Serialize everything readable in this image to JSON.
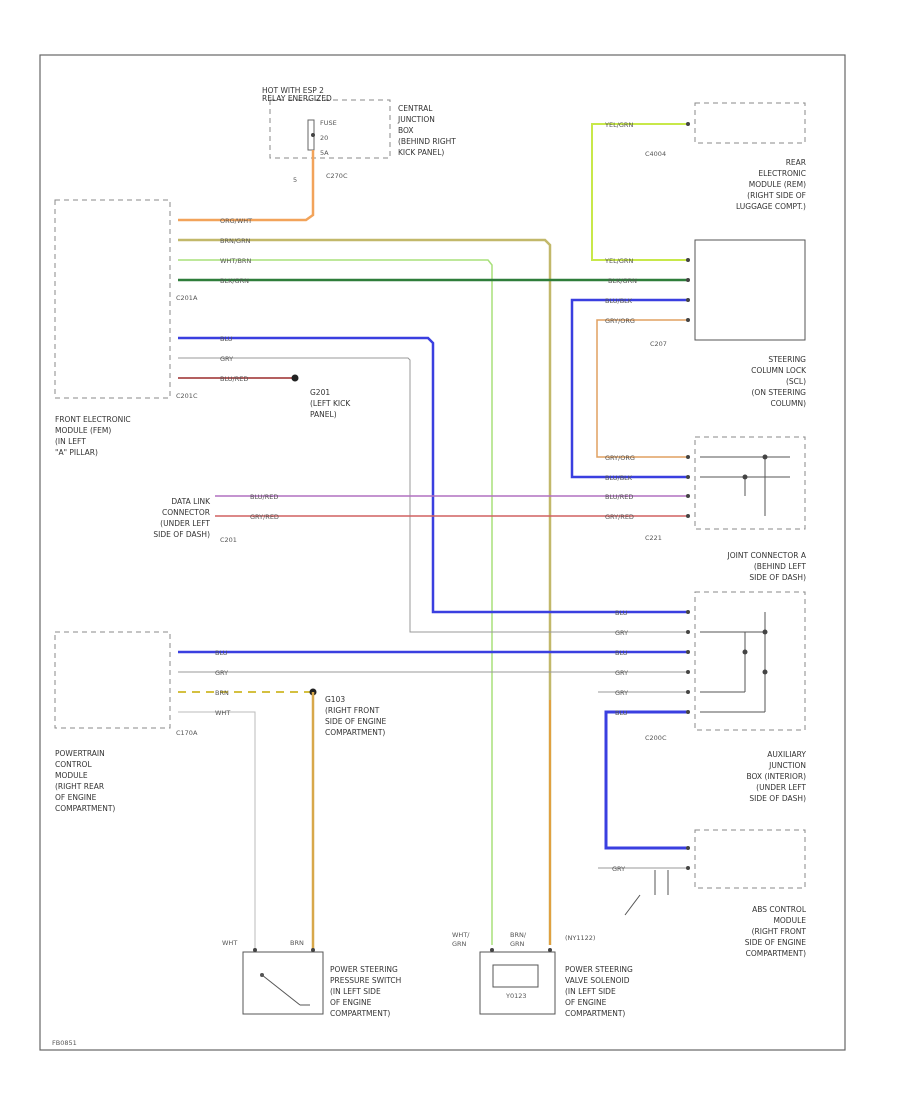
{
  "relay": {
    "line1": "HOT WITH ESP 2",
    "line2": "RELAY ENERGIZED",
    "fuse": "FUSE",
    "fuse_num": "20",
    "fuse_amp": "5A"
  },
  "central_jb": {
    "lines": [
      "CENTRAL",
      "JUNCTION",
      "BOX",
      "(BEHIND RIGHT",
      "KICK PANEL)"
    ]
  },
  "c270c": {
    "label": "C270C",
    "pin": "5"
  },
  "rem": {
    "connector": "C4004",
    "lines": [
      "REAR",
      "ELECTRONIC",
      "MODULE (REM)",
      "(RIGHT SIDE OF",
      "LUGGAGE COMPT.)"
    ]
  },
  "fem": {
    "lines": [
      "FRONT ELECTRONIC",
      "MODULE (FEM)",
      "(IN LEFT",
      "\"A\" PILLAR)"
    ],
    "c201a": "C201A",
    "c201c": "C201C"
  },
  "g201": {
    "lines": [
      "G201",
      "(LEFT KICK",
      "PANEL)"
    ]
  },
  "scl": {
    "connector": "C207",
    "lines": [
      "STEERING",
      "COLUMN LOCK",
      "(SCL)",
      "(ON STEERING",
      "COLUMN)"
    ]
  },
  "dlc": {
    "lines": [
      "DATA LINK",
      "CONNECTOR",
      "(UNDER LEFT",
      "SIDE OF DASH)"
    ],
    "connector": "C201"
  },
  "jc_a": {
    "connector": "C221",
    "lines": [
      "JOINT CONNECTOR A",
      "(BEHIND LEFT",
      "SIDE OF DASH)"
    ]
  },
  "ajb": {
    "connector": "C200C",
    "lines": [
      "AUXILIARY",
      "JUNCTION",
      "BOX (INTERIOR)",
      "(UNDER LEFT",
      "SIDE OF DASH)"
    ]
  },
  "pcm": {
    "connector": "C170A",
    "lines": [
      "POWERTRAIN",
      "CONTROL",
      "MODULE",
      "(RIGHT REAR",
      "OF ENGINE",
      "COMPARTMENT)"
    ]
  },
  "g103": {
    "lines": [
      "G103",
      "(RIGHT FRONT",
      "SIDE OF ENGINE",
      "COMPARTMENT)"
    ]
  },
  "abs": {
    "lines": [
      "ABS CONTROL",
      "MODULE",
      "(RIGHT FRONT",
      "SIDE OF ENGINE",
      "COMPARTMENT)"
    ]
  },
  "ps_switch": {
    "lines": [
      "POWER STEERING",
      "PRESSURE SWITCH",
      "(IN LEFT SIDE",
      "OF ENGINE",
      "COMPARTMENT)"
    ]
  },
  "ps_solenoid": {
    "lines": [
      "POWER STEERING",
      "VALVE SOLENOID",
      "(IN LEFT SIDE",
      "OF ENGINE",
      "COMPARTMENT)"
    ],
    "code": "Y0123"
  },
  "wires": {
    "org_wht": "ORG/WHT",
    "brn_grn": "BRN/GRN",
    "wht_brn": "WHT/BRN",
    "blk_grn": "BLK/GRN",
    "blu": "BLU",
    "gry": "GRY",
    "blu_red": "BLU/RED",
    "yel_grn": "YEL/GRN",
    "gry_org": "GRY/ORG",
    "gry_red": "GRY/RED",
    "brn": "BRN",
    "wht": "WHT",
    "blu_blk": "BLU/BLK",
    "wht_grn": "WHT/\nGRN"
  },
  "wire_texts": {
    "wht_label": "WHT",
    "brn_label": "BRN",
    "wht_grn_1": "WHT/",
    "wht_grn_2": "GRN",
    "brn_grn_1": "BRN/",
    "brn_grn_2": "GRN",
    "ny_code": "(NY1122)"
  },
  "footer_code": "FB0851",
  "colors": {
    "orange": "#f2a35a",
    "olive": "#b5b27a",
    "lightgreen": "#a8e07a",
    "darkgreen": "#2e7d3a",
    "blue": "#3a3fe0",
    "gray": "#999999",
    "red": "#c9585a",
    "purple": "#b070c0",
    "yellow": "#d4c040",
    "tan": "#d8a84a"
  }
}
